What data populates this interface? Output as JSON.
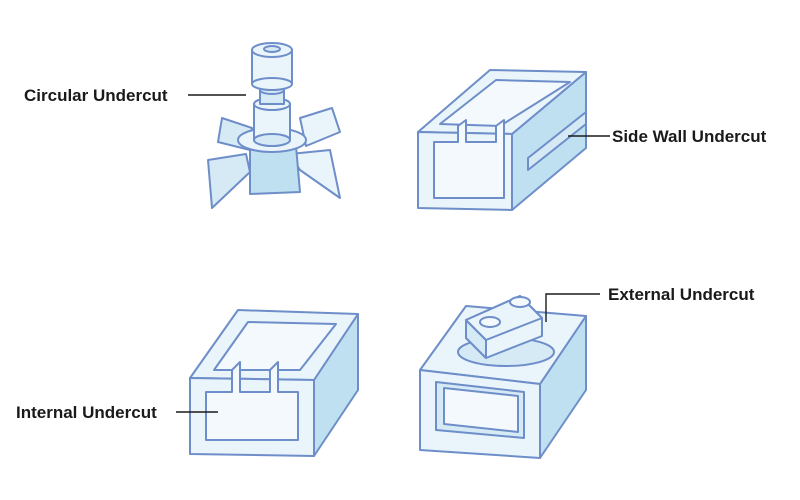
{
  "labels": {
    "circular": "Circular Undercut",
    "side_wall": "Side Wall Undercut",
    "internal": "Internal Undercut",
    "external": "External Undercut"
  },
  "colors": {
    "outline": "#6e8ec9",
    "face_light": "#eaf4fb",
    "face_mid": "#d6eaf6",
    "face_dark": "#bfe0f0",
    "text": "#1a1a1a"
  }
}
